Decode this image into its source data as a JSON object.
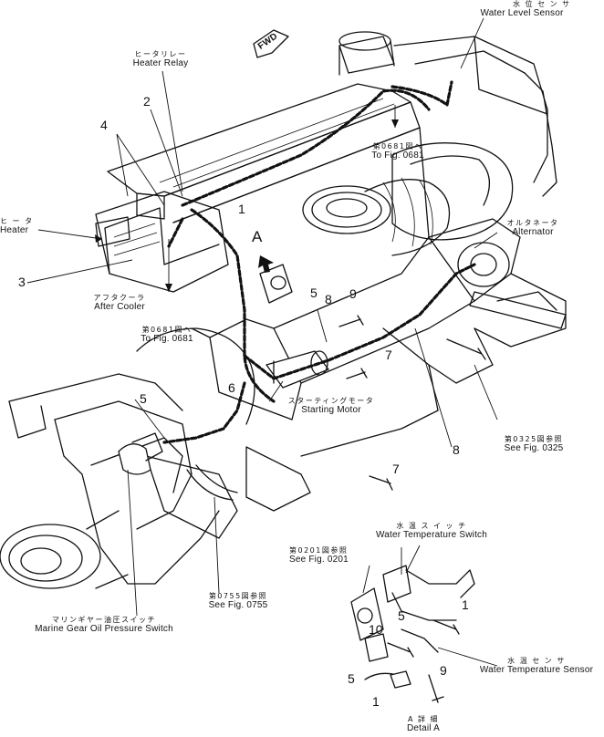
{
  "labels": {
    "water_level_sensor_jp": "水 位 セ ン サ",
    "water_level_sensor_en": "Water Level Sensor",
    "heater_relay_jp": "ヒータリレー",
    "heater_relay_en": "Heater Relay",
    "heater_jp": "ヒ ー タ",
    "heater_en": "Heater",
    "after_cooler_jp": "アフタクーラ",
    "after_cooler_en": "After Cooler",
    "fig0681_top_jp": "第0681図へ",
    "fig0681_top_en": "To Fig. 0681",
    "fig0681_left_jp": "第0681図へ",
    "fig0681_left_en": "To Fig. 0681",
    "alternator_jp": "オルタネータ",
    "alternator_en": "Alternator",
    "starting_motor_jp": "スターティングモータ",
    "starting_motor_en": "Starting Motor",
    "fig0325_jp": "第0325図参照",
    "fig0325_en": "See Fig. 0325",
    "fig0755_jp": "第0755図参照",
    "fig0755_en": "See Fig. 0755",
    "marine_gear_jp": "マリンギヤー油圧スイッチ",
    "marine_gear_en": "Marine Gear Oil Pressure Switch",
    "water_temp_switch_jp": "水 温 ス イ ッ チ",
    "water_temp_switch_en": "Water Temperature Switch",
    "fig0201_jp": "第0201図参照",
    "fig0201_en": "See Fig. 0201",
    "water_temp_sensor_jp": "水 温 セ ン サ",
    "water_temp_sensor_en": "Water Temperature Sensor",
    "detail_a_jp": "A 詳 細",
    "detail_a_en": "Detail A",
    "fwd": "FWD",
    "view_a": "A"
  },
  "callouts": {
    "n1_top": "1",
    "n2": "2",
    "n3": "3",
    "n4": "4",
    "n5_mid": "5",
    "n8_mid": "8",
    "n9_mid": "9",
    "n7_mid": "7",
    "n5_left": "5",
    "n6": "6",
    "n8_right": "8",
    "n7_low": "7",
    "n1_detail": "1",
    "n5_detail_top": "5",
    "n10": "10",
    "n5_detail_low": "5",
    "n9_detail": "9",
    "n1_detail_low": "1"
  }
}
